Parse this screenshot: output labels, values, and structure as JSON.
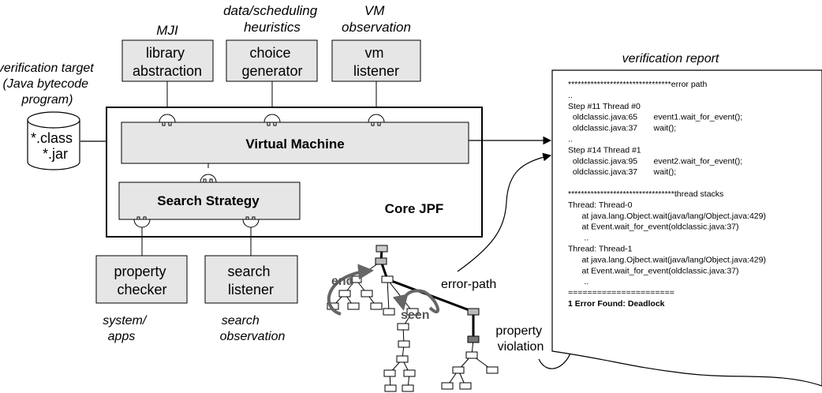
{
  "extensions": {
    "mji": {
      "category": "MJI",
      "label": [
        "library",
        "abstraction"
      ]
    },
    "choice": {
      "category": [
        "data/scheduling",
        "heuristics"
      ],
      "label": [
        "choice",
        "generator"
      ]
    },
    "vm": {
      "category": [
        "VM",
        "observation"
      ],
      "label": [
        "vm",
        "listener"
      ]
    }
  },
  "target": {
    "caption": [
      "verification target",
      "(Java bytecode",
      "program)"
    ],
    "files": [
      "*.class",
      "*.jar"
    ]
  },
  "core": {
    "vm_label": "Virtual Machine",
    "search_label": "Search Strategy",
    "title": "Core JPF"
  },
  "bottom": {
    "property": {
      "label": [
        "property",
        "checker"
      ],
      "category": [
        "system/",
        "apps"
      ]
    },
    "search": {
      "label": [
        "search",
        "listener"
      ],
      "category": [
        "search",
        "observation"
      ]
    }
  },
  "tree": {
    "end_label": "end",
    "seen_label": "seen",
    "error_path_label": "error-path",
    "violation_label": [
      "property",
      "violation"
    ]
  },
  "report": {
    "title": "verification report",
    "lines": [
      "********************************error path",
      "..",
      "Step #11 Thread #0",
      "  oldclassic.java:65       event1.wait_for_event();",
      "  oldclassic.java:37       wait();",
      "..",
      "Step #14 Thread #1",
      "  oldclassic.java:95       event2.wait_for_event();",
      "  oldclassic.java:37       wait();",
      "",
      "*********************************thread stacks",
      "Thread: Thread-0",
      "      at java.lang.Object.wait(java/lang/Object.java:429)",
      "      at Event.wait_for_event(oldclassic.java:37)",
      "       ..",
      "Thread: Thread-1",
      "      at java.lang.Ojbect.wait(java/lang/Object.java:429)",
      "      at Event.wait_for_event(oldclassic.java:37)",
      "       ..",
      "======================",
      "1 Error Found: Deadlock"
    ]
  }
}
